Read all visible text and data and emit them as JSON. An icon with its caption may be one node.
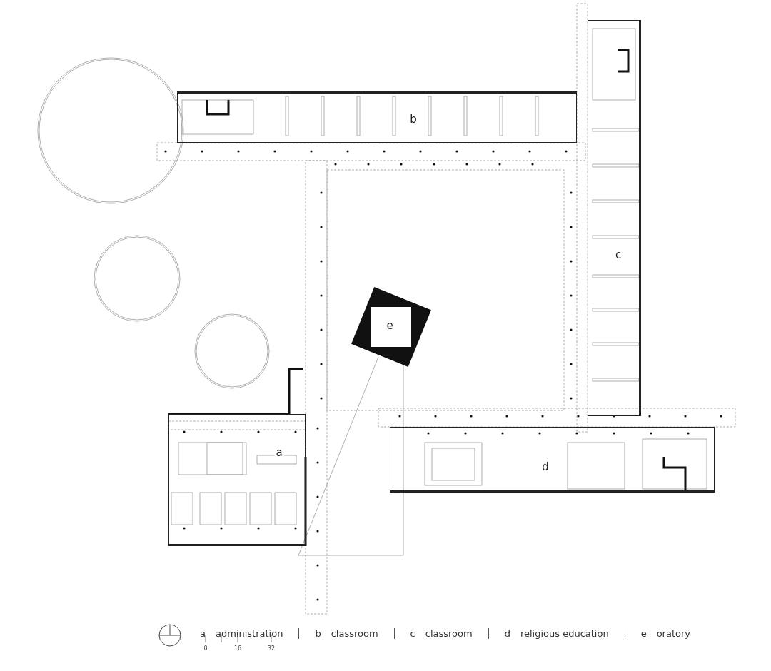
{
  "diagram": {
    "nodes": [
      {
        "text": [
          "b"
        ]
      },
      {
        "text": [
          "c"
        ]
      },
      {
        "text": [
          "e"
        ]
      },
      {
        "text": [
          "a"
        ]
      },
      {
        "text": [
          "d"
        ]
      }
    ],
    "labels": [
      "a",
      "administration",
      "b",
      "classroom",
      "c",
      "classroom",
      "d",
      "religious education",
      "e",
      "oratory",
      "0",
      "16",
      "32"
    ]
  }
}
